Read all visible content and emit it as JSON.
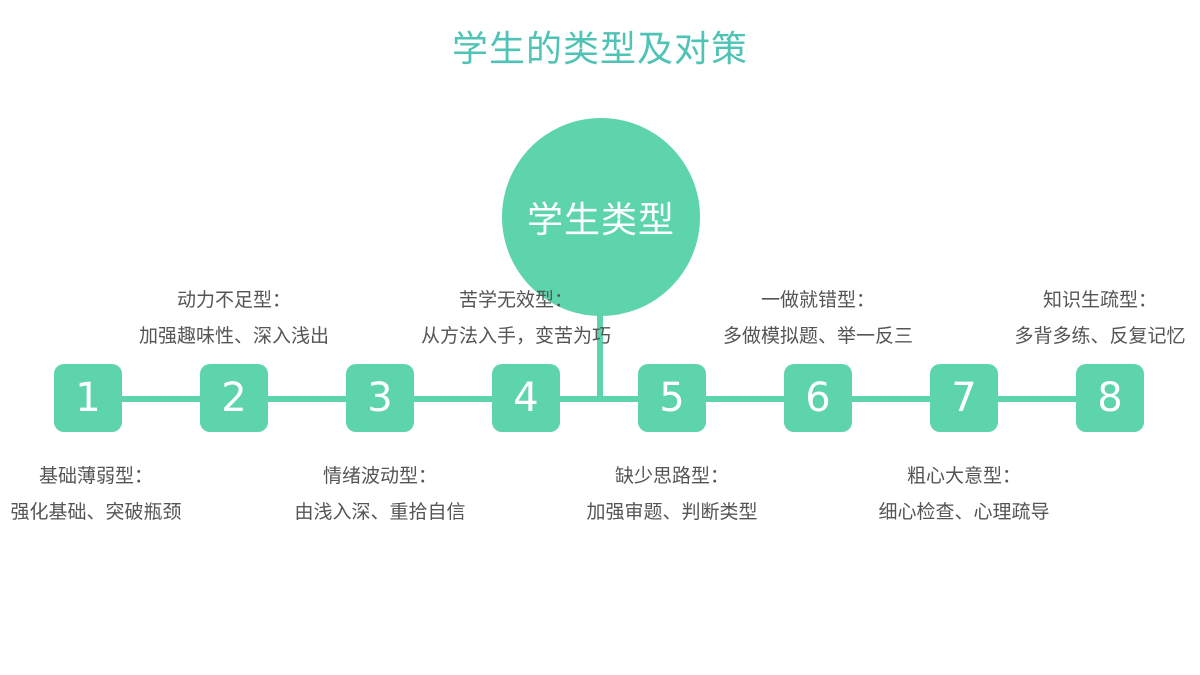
{
  "title": "学生的类型及对策",
  "center": "学生类型",
  "nodes": [
    {
      "number": "1",
      "name": "基础薄弱型：",
      "strategy": "强化基础、突破瓶颈"
    },
    {
      "number": "2",
      "name": "动力不足型：",
      "strategy": "加强趣味性、深入浅出"
    },
    {
      "number": "3",
      "name": "情绪波动型：",
      "strategy": "由浅入深、重拾自信"
    },
    {
      "number": "4",
      "name": "苦学无效型：",
      "strategy": "从方法入手，变苦为巧"
    },
    {
      "number": "5",
      "name": "缺少思路型：",
      "strategy": "加强审题、判断类型"
    },
    {
      "number": "6",
      "name": "一做就错型：",
      "strategy": "多做模拟题、举一反三"
    },
    {
      "number": "7",
      "name": "粗心大意型：",
      "strategy": "细心检查、心理疏导"
    },
    {
      "number": "8",
      "name": "知识生疏型：",
      "strategy": "多背多练、反复记忆"
    }
  ],
  "colors": {
    "accent": "#5dd4ac",
    "title": "#4fc3b5",
    "text": "#555555"
  }
}
